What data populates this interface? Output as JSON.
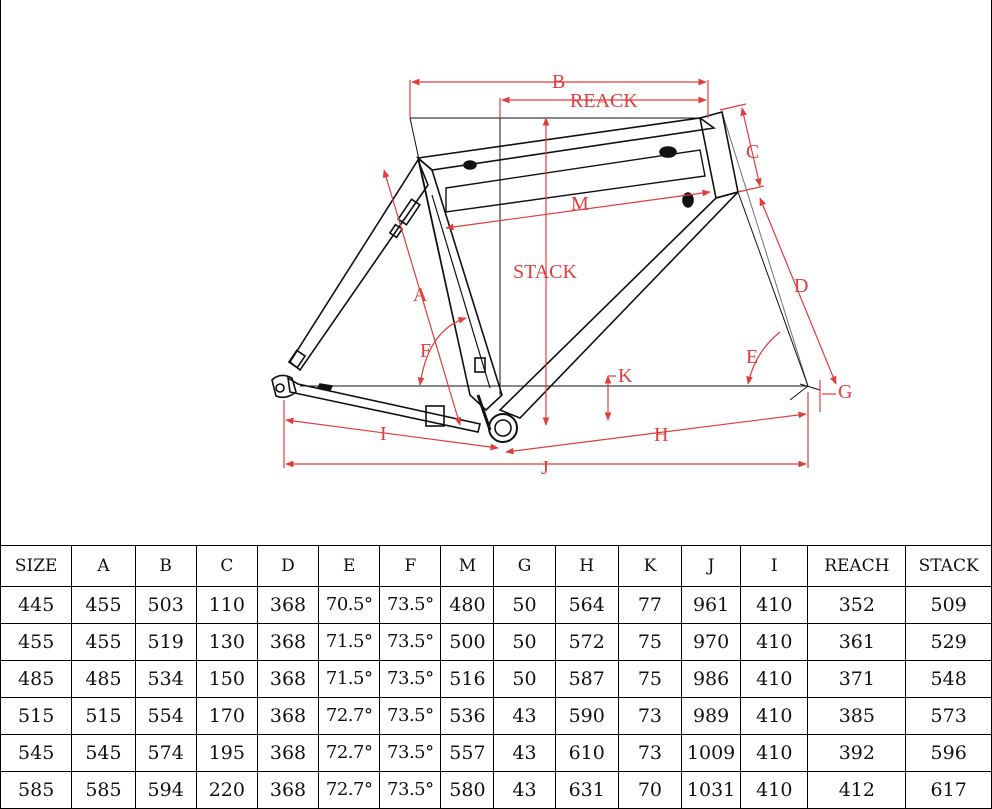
{
  "diagram": {
    "dims": {
      "B": "B",
      "REACK": "REACK",
      "C": "C",
      "M": "M",
      "STACK": "STACK",
      "A": "A",
      "D": "D",
      "F": "F",
      "E": "E",
      "K": "K",
      "G": "G",
      "I": "I",
      "H": "H",
      "J": "J"
    },
    "colors": {
      "frame_line": "#111111",
      "dimension": "#e23c3c"
    }
  },
  "table": {
    "headers": [
      "SIZE",
      "A",
      "B",
      "C",
      "D",
      "E",
      "F",
      "M",
      "G",
      "H",
      "K",
      "J",
      "I",
      "REACH",
      "STACK"
    ],
    "rows": [
      [
        "445",
        "455",
        "503",
        "110",
        "368",
        "70.5°",
        "73.5°",
        "480",
        "50",
        "564",
        "77",
        "961",
        "410",
        "352",
        "509"
      ],
      [
        "455",
        "455",
        "519",
        "130",
        "368",
        "71.5°",
        "73.5°",
        "500",
        "50",
        "572",
        "75",
        "970",
        "410",
        "361",
        "529"
      ],
      [
        "485",
        "485",
        "534",
        "150",
        "368",
        "71.5°",
        "73.5°",
        "516",
        "50",
        "587",
        "75",
        "986",
        "410",
        "371",
        "548"
      ],
      [
        "515",
        "515",
        "554",
        "170",
        "368",
        "72.7°",
        "73.5°",
        "536",
        "43",
        "590",
        "73",
        "989",
        "410",
        "385",
        "573"
      ],
      [
        "545",
        "545",
        "574",
        "195",
        "368",
        "72.7°",
        "73.5°",
        "557",
        "43",
        "610",
        "73",
        "1009",
        "410",
        "392",
        "596"
      ],
      [
        "585",
        "585",
        "594",
        "220",
        "368",
        "72.7°",
        "73.5°",
        "580",
        "43",
        "631",
        "70",
        "1031",
        "410",
        "412",
        "617"
      ]
    ]
  }
}
